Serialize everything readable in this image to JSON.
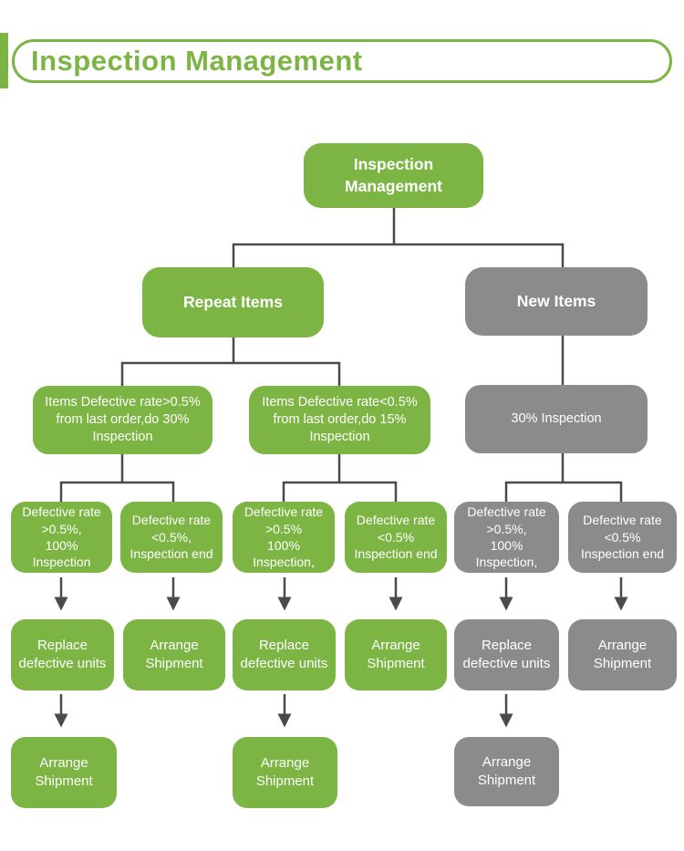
{
  "header": {
    "title": "Inspection Management"
  },
  "colors": {
    "green": "#7CB543",
    "gray": "#8B8B8B",
    "connector": "#4A4A4A",
    "box_text": "#FFFFFF"
  },
  "flowchart": {
    "root": {
      "label": "Inspection\nManagement"
    },
    "repeat_items": {
      "label": "Repeat Items"
    },
    "new_items": {
      "label": "New Items"
    },
    "repeat_high": {
      "label": "Items Defective rate>0.5%\nfrom last order,do 30%\nInspection"
    },
    "repeat_low": {
      "label": "Items Defective rate<0.5%\nfrom last order,do 15%\nInspection"
    },
    "new_inspection": {
      "label": "30% Inspection"
    },
    "d1": {
      "label": "Defective rate\n>0.5%,\n100% Inspection"
    },
    "d2": {
      "label": "Defective rate\n<0.5%,\nInspection end"
    },
    "d3": {
      "label": "Defective rate\n>0.5%\n100% Inspection,"
    },
    "d4": {
      "label": "Defective rate\n<0.5%\nInspection end"
    },
    "d5": {
      "label": "Defective rate\n>0.5%,\n100% Inspection,"
    },
    "d6": {
      "label": "Defective rate\n<0.5%\nInspection end"
    },
    "e1": {
      "label": "Replace\ndefective units"
    },
    "e2": {
      "label": "Arrange\nShipment"
    },
    "e3": {
      "label": "Replace\ndefective units"
    },
    "e4": {
      "label": "Arrange\nShipment"
    },
    "e5": {
      "label": "Replace\ndefective units"
    },
    "e6": {
      "label": "Arrange\nShipment"
    },
    "f1": {
      "label": "Arrange\nShipment"
    },
    "f3": {
      "label": "Arrange\nShipment"
    },
    "f5": {
      "label": "Arrange\nShipment"
    }
  }
}
